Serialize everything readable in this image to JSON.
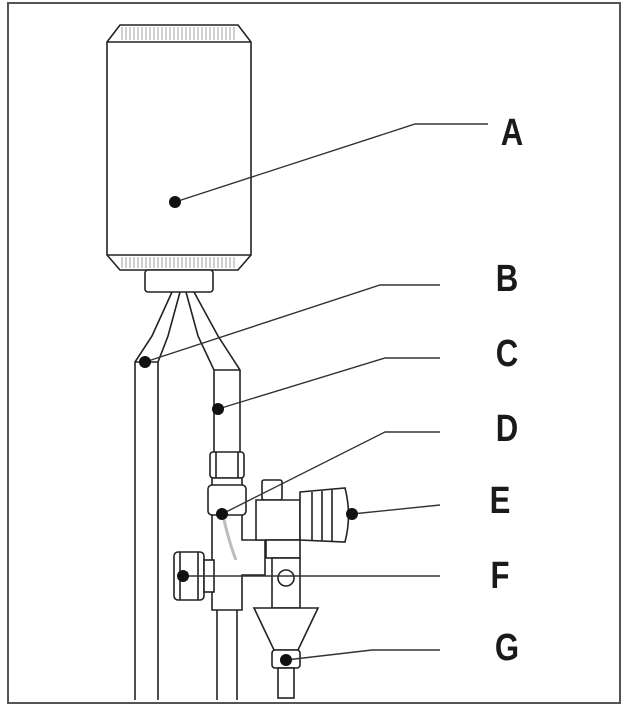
{
  "labels": {
    "a": "A",
    "b": "B",
    "c": "C",
    "d": "D",
    "e": "E",
    "f": "F",
    "g": "G"
  },
  "colors": {
    "stroke": "#222222",
    "leader": "#333333",
    "dot": "#111111",
    "tank_hatch": "#8a8a8a",
    "shading": "#bdbdbd"
  }
}
